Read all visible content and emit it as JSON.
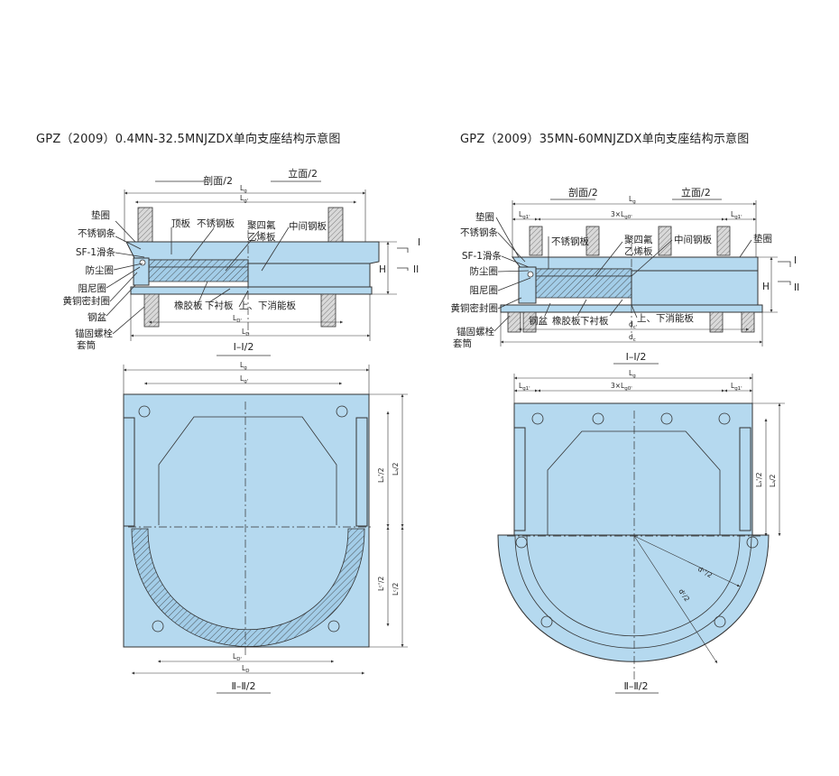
{
  "titles": {
    "left": "GPZ（2009）0.4MN-32.5MNJZDX单向支座结构示意图",
    "right": "GPZ（2009）35MN-60MNJZDX单向支座结构示意图"
  },
  "left": {
    "half_labels": {
      "section": "剖面/2",
      "elevation": "立面/2"
    },
    "callouts": {
      "pad_ring": "垫圈",
      "ss_strip": "不锈钢条",
      "sf1_strip": "SF-1滑条",
      "dust_ring": "防尘圈",
      "damping_ring": "阻尼圈",
      "brass_seal": "黄铜密封圈",
      "steel_pot": "钢盆",
      "anchor_bolt": "锚固螺栓",
      "sleeve": "套筒",
      "top_plate": "顶板",
      "ss_plate": "不锈钢板",
      "ptfe": "聚四氟",
      "ptfe2": "乙烯板",
      "mid_plate": "中间钢板",
      "rubber": "橡胶板",
      "liner": "下衬板",
      "energy": "上、下消能板"
    },
    "dims": {
      "lg": "L",
      "lg_sub": "g",
      "lg2": "L",
      "lg2_sub": "g'",
      "ld2": "L",
      "ld2_sub": "D'",
      "ld": "L",
      "ld_sub": "D",
      "h": "H",
      "mark1": "I",
      "mark2": "II",
      "la2_half": "Lₐ'/2",
      "la_half": "Lₐ/2",
      "lc2_half": "Lᶜ'/2",
      "lc_half": "Lᶜ/2"
    },
    "section1": "I–I/2",
    "section2": "Ⅱ–Ⅱ/2"
  },
  "right": {
    "half_labels": {
      "section": "剖面/2",
      "elevation": "立面/2"
    },
    "callouts": {
      "pad_ring": "垫圈",
      "ss_strip": "不锈钢条",
      "sf1_strip": "SF-1滑条",
      "dust_ring": "防尘圈",
      "damping_ring": "阻尼圈",
      "brass_seal": "黄铜密封圈",
      "anchor_bolt": "锚固螺栓",
      "sleeve": "套筒",
      "ss_plate": "不锈钢板",
      "ptfe": "聚四氟",
      "ptfe2": "乙烯板",
      "mid_plate": "中间钢板",
      "pad_ring_r": "垫圈",
      "steel_pot": "钢盆",
      "rubber": "橡胶板",
      "liner": "下衬板",
      "energy": "上、下消能板"
    },
    "dims": {
      "lg": "L",
      "lg_sub": "g",
      "lg1": "L",
      "lg1_sub": "g1'",
      "lg0": "3×L",
      "lg0_sub": "g0'",
      "lg1b": "L",
      "lg1b_sub": "g1'",
      "dc2": "d",
      "dc2_sub": "c'",
      "dc": "d",
      "dc_sub": "c",
      "h": "H",
      "mark1": "I",
      "mark2": "II",
      "la2_half": "Lₐ'/2",
      "la_half": "Lₐ/2",
      "dc2_half": "dᶜ'/2",
      "dc_half": "dᶜ/2"
    },
    "section1": "I–I/2",
    "section2": "Ⅱ–Ⅱ/2"
  },
  "colors": {
    "plate": "#b5d9ef",
    "line": "#333333"
  }
}
